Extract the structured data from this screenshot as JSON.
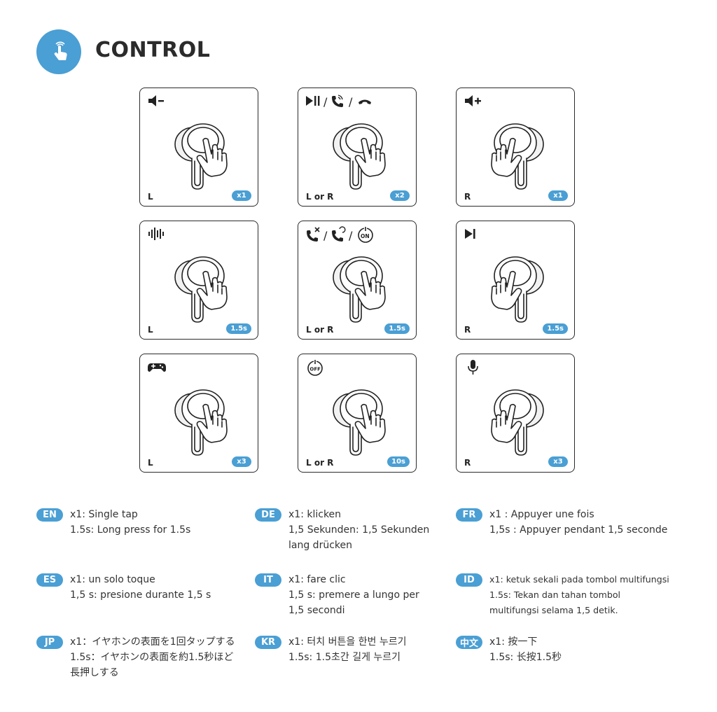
{
  "header": {
    "title": "CONTROL",
    "icon": "touch-tap-icon",
    "accent": "#4a9fd4"
  },
  "cards": [
    {
      "function_icon": "volume-down-icon",
      "side": "L",
      "gesture": "x1",
      "hand": "right-tap"
    },
    {
      "function_icon": "play-pause-answer-hangup-icon",
      "side": "L or R",
      "gesture": "x2",
      "hand": "right-tap"
    },
    {
      "function_icon": "volume-up-icon",
      "side": "R",
      "gesture": "x1",
      "hand": "left-tap"
    },
    {
      "function_icon": "sound-mode-icon",
      "side": "L",
      "gesture": "1.5s",
      "hand": "right-tap"
    },
    {
      "function_icon": "reject-switch-call-power-on-icon",
      "side": "L or R",
      "gesture": "1.5s",
      "hand": "right-tap"
    },
    {
      "function_icon": "next-track-icon",
      "side": "R",
      "gesture": "1.5s",
      "hand": "left-tap"
    },
    {
      "function_icon": "game-mode-icon",
      "side": "L",
      "gesture": "x3",
      "hand": "right-tap"
    },
    {
      "function_icon": "power-off-icon",
      "side": "L or R",
      "gesture": "10s",
      "hand": "right-tap"
    },
    {
      "function_icon": "microphone-icon",
      "side": "R",
      "gesture": "x3",
      "hand": "left-tap"
    }
  ],
  "languages": [
    {
      "code": "EN",
      "line1": "x1: Single tap",
      "line2": "1.5s: Long press for 1.5s"
    },
    {
      "code": "DE",
      "line1": "x1: klicken",
      "line2": "1,5 Sekunden: 1,5 Sekunden\nlang drücken"
    },
    {
      "code": "FR",
      "line1": "x1 : Appuyer une fois",
      "line2": "1,5s : Appuyer pendant 1,5 seconde"
    },
    {
      "code": "ES",
      "line1": "x1: un solo toque",
      "line2": "1,5 s: presione durante 1,5 s"
    },
    {
      "code": "IT",
      "line1": "x1: fare clic",
      "line2": "1,5 s: premere a lungo per\n1,5 secondi"
    },
    {
      "code": "ID",
      "line1": "x1: ketuk sekali pada tombol multifungsi",
      "line2": "1.5s: Tekan dan tahan tombol\nmultifungsi selama 1,5 detik."
    },
    {
      "code": "JP",
      "line1": "x1：イヤホンの表面を1回タップする",
      "line2": "1.5s：イヤホンの表面を約1.5秒ほど\n長押しする"
    },
    {
      "code": "KR",
      "line1": "x1: 터치 버튼을 한번 누르기",
      "line2": "1.5s: 1.5초간 길게 누르기"
    },
    {
      "code": "中文",
      "line1": "x1: 按一下",
      "line2": "1.5s: 长按1.5秒"
    }
  ]
}
